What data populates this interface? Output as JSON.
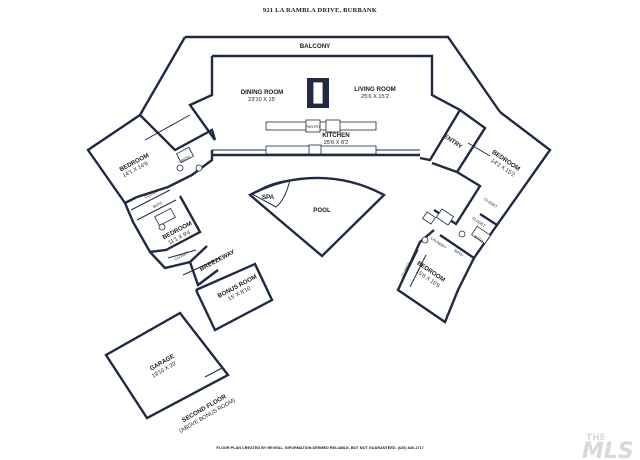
{
  "title": "921 LA RAMBLA DRIVE, BURBANK",
  "rooms": {
    "balcony": "BALCONY",
    "dining": {
      "name": "DINING ROOM",
      "dims": "23'10 X 15'"
    },
    "living": {
      "name": "LIVING ROOM",
      "dims": "25'6 X 15'2"
    },
    "kitchen": {
      "name": "KITCHEN",
      "dims": "25'6 X 8'2"
    },
    "bedroom_nw": {
      "name": "BEDROOM",
      "dims": "14'1 X 14'8"
    },
    "bedroom_w": {
      "name": "BEDROOM",
      "dims": "11'1 X 9'4"
    },
    "bedroom_ne": {
      "name": "BEDROOM",
      "dims": "14'2 X 15'2"
    },
    "bedroom_e": {
      "name": "BEDROOM",
      "dims": "15'6 X 10'6"
    },
    "bonus": {
      "name": "BONUS ROOM",
      "dims": "15' X 8'10"
    },
    "garage": {
      "name": "GARAGE",
      "dims": "19'10 X 20'"
    },
    "second_floor": {
      "line1": "SECOND FLOOR",
      "line2": "(ABOVE BONUS ROOM)"
    },
    "pool": "POOL",
    "spa": "SPA",
    "entry": "ENTRY",
    "breezeway": "BREEZEWAY",
    "bath": "BATH",
    "closet": "CLOSET",
    "laundry": "LAUNDRY",
    "pantry": "PANTRY",
    "wh": "W/D"
  },
  "footer": "FLOOR PLAN CREATED BY REVEAL. INFORMATION DEEMED RELIABLE, BUT NOT GUARANTEED. (626) 840-1717",
  "logo": {
    "the": "THE",
    "mls": "MLS"
  },
  "colors": {
    "wall": "#1f2a44",
    "text": "#1c1c1c",
    "watermark": "#d9d9d9"
  }
}
